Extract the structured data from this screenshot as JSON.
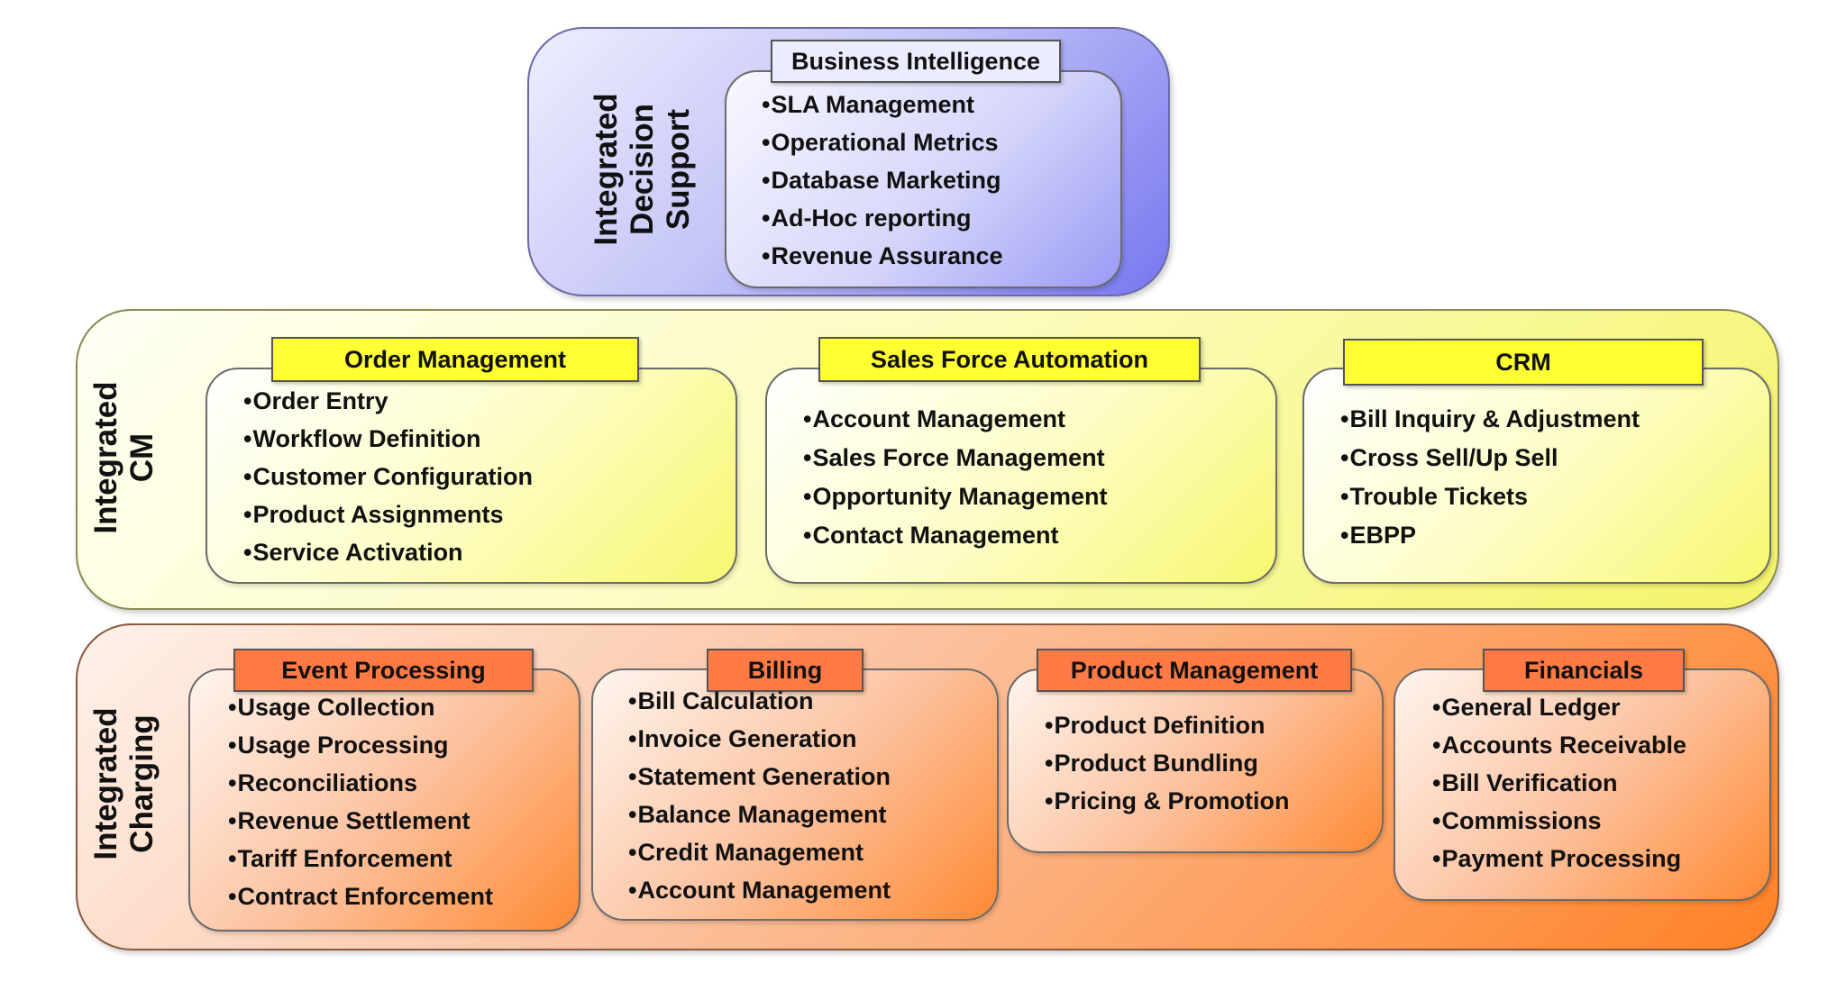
{
  "layers": {
    "decision_support": {
      "label_lines": [
        "Integrated",
        "Decision",
        "Support"
      ],
      "modules": [
        {
          "title": "Business Intelligence",
          "items": [
            "SLA Management",
            "Operational Metrics",
            "Database Marketing",
            "Ad-Hoc reporting",
            "Revenue Assurance"
          ]
        }
      ]
    },
    "cm": {
      "label_lines": [
        "Integrated",
        "CM"
      ],
      "modules": [
        {
          "title": "Order Management",
          "items": [
            "Order Entry",
            "Workflow Definition",
            "Customer Configuration",
            "Product Assignments",
            "Service Activation"
          ]
        },
        {
          "title": "Sales Force Automation",
          "items": [
            "Account Management",
            "Sales Force Management",
            "Opportunity Management",
            "Contact Management"
          ]
        },
        {
          "title": "CRM",
          "items": [
            "Bill Inquiry & Adjustment",
            "Cross Sell/Up Sell",
            "Trouble Tickets",
            "EBPP"
          ]
        }
      ]
    },
    "charging": {
      "label_lines": [
        "Integrated",
        "Charging"
      ],
      "modules": [
        {
          "title": "Event Processing",
          "items": [
            "Usage Collection",
            "Usage Processing",
            "Reconciliations",
            "Revenue Settlement",
            "Tariff Enforcement",
            "Contract Enforcement"
          ]
        },
        {
          "title": "Billing",
          "items": [
            "Bill Calculation",
            "Invoice Generation",
            "Statement Generation",
            "Balance Management",
            "Credit Management",
            "Account Management"
          ]
        },
        {
          "title": "Product Management",
          "items": [
            "Product Definition",
            "Product Bundling",
            "Pricing & Promotion"
          ]
        },
        {
          "title": "Financials",
          "items": [
            "General Ledger",
            "Accounts Receivable",
            "Bill Verification",
            "Commissions",
            "Payment Processing"
          ]
        }
      ]
    }
  },
  "colors": {
    "decision_support": "#8a8af2",
    "cm": "#f6f67a",
    "charging": "#ff8a3a",
    "tab_yellow": "#ffff33",
    "tab_orange": "#ff7a45"
  }
}
